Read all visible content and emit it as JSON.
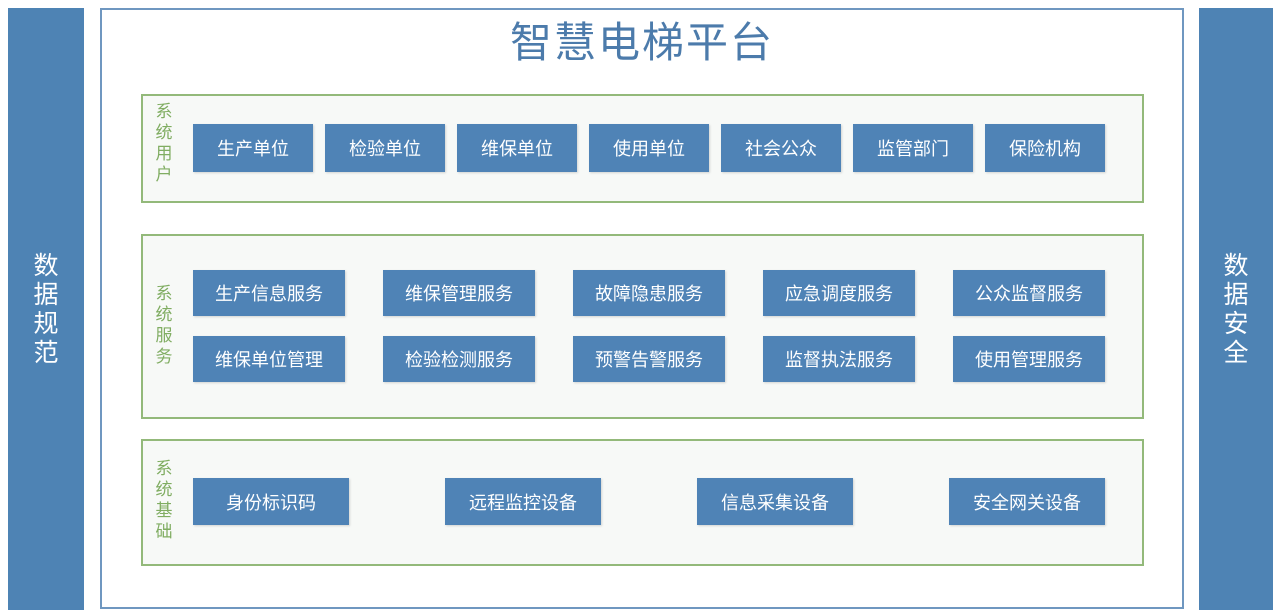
{
  "left_bar": {
    "label": "数据规范"
  },
  "right_bar": {
    "label": "数据安全"
  },
  "title": "智慧电梯平台",
  "sections": {
    "users": {
      "label": "系统用户",
      "items": [
        "生产单位",
        "检验单位",
        "维保单位",
        "使用单位",
        "社会公众",
        "监管部门",
        "保险机构"
      ]
    },
    "services": {
      "label": "系统服务",
      "row1": [
        "生产信息服务",
        "维保管理服务",
        "故障隐患服务",
        "应急调度服务",
        "公众监督服务"
      ],
      "row2": [
        "维保单位管理",
        "检验检测服务",
        "预警告警服务",
        "监督执法服务",
        "使用管理服务"
      ]
    },
    "base": {
      "label": "系统基础",
      "items": [
        "身份标识码",
        "远程监控设备",
        "信息采集设备",
        "安全网关设备"
      ]
    }
  },
  "colors": {
    "blue_box": "#4f83b6",
    "side_bar": "#4e83b4",
    "title": "#4c7bab",
    "green_border": "#93b97a",
    "green_label": "#80ad62"
  }
}
